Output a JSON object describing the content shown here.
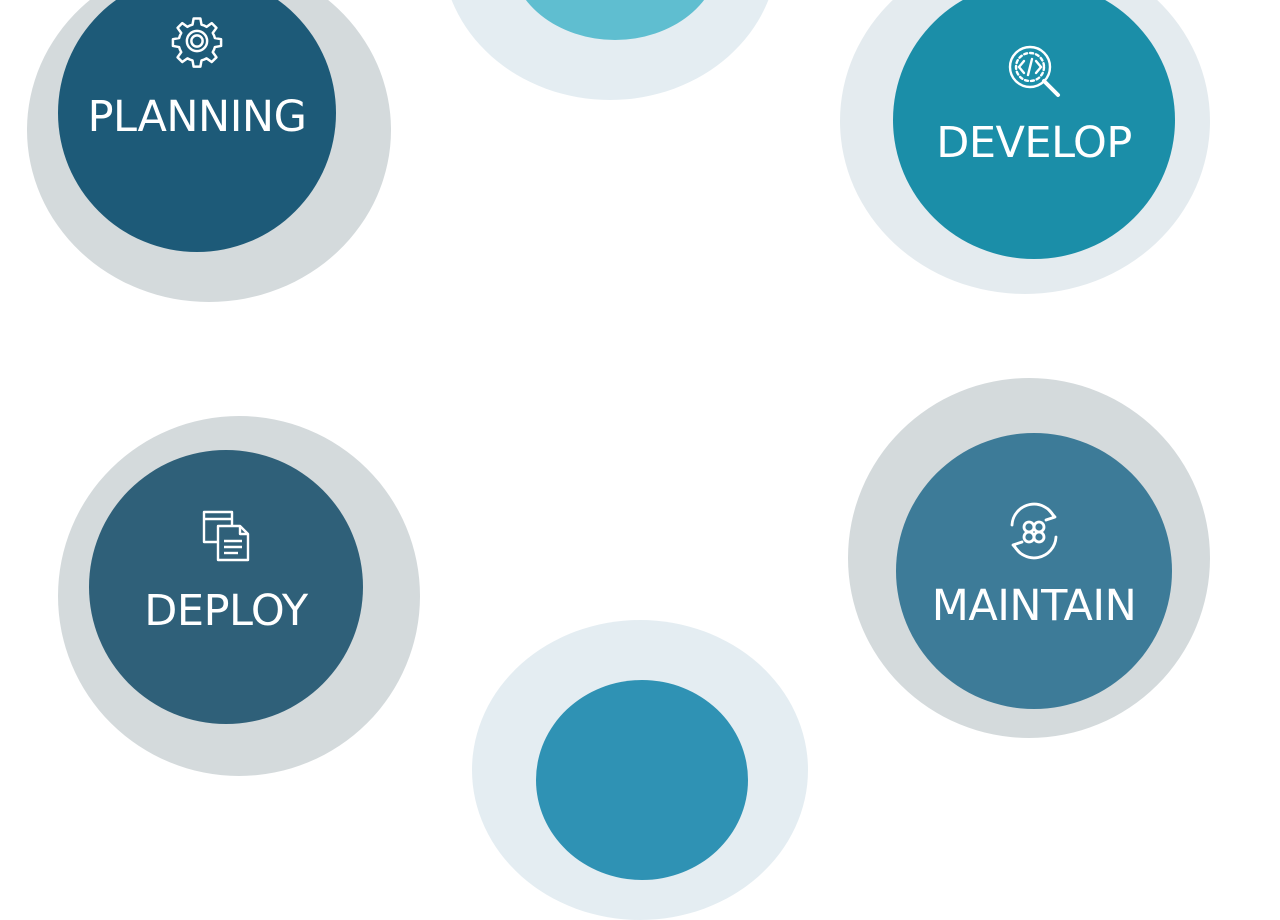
{
  "stages": [
    {
      "label": "PLANNING",
      "icon": "gear-icon",
      "color": "#1d5a78"
    },
    {
      "label": "DEVELOP",
      "icon": "code-search-icon",
      "color": "#1b8ea8"
    },
    {
      "label": "DEPLOY",
      "icon": "documents-icon",
      "color": "#2f6079"
    },
    {
      "label": "MAINTAIN",
      "icon": "refresh-cycle-icon",
      "color": "#3d7b98"
    }
  ],
  "colors": {
    "outer_ring_gray": "#d4dadc",
    "outer_ring_light": "#e4ebef",
    "accent_top": "#5fbed0",
    "accent_bottom": "#2f92b4"
  }
}
